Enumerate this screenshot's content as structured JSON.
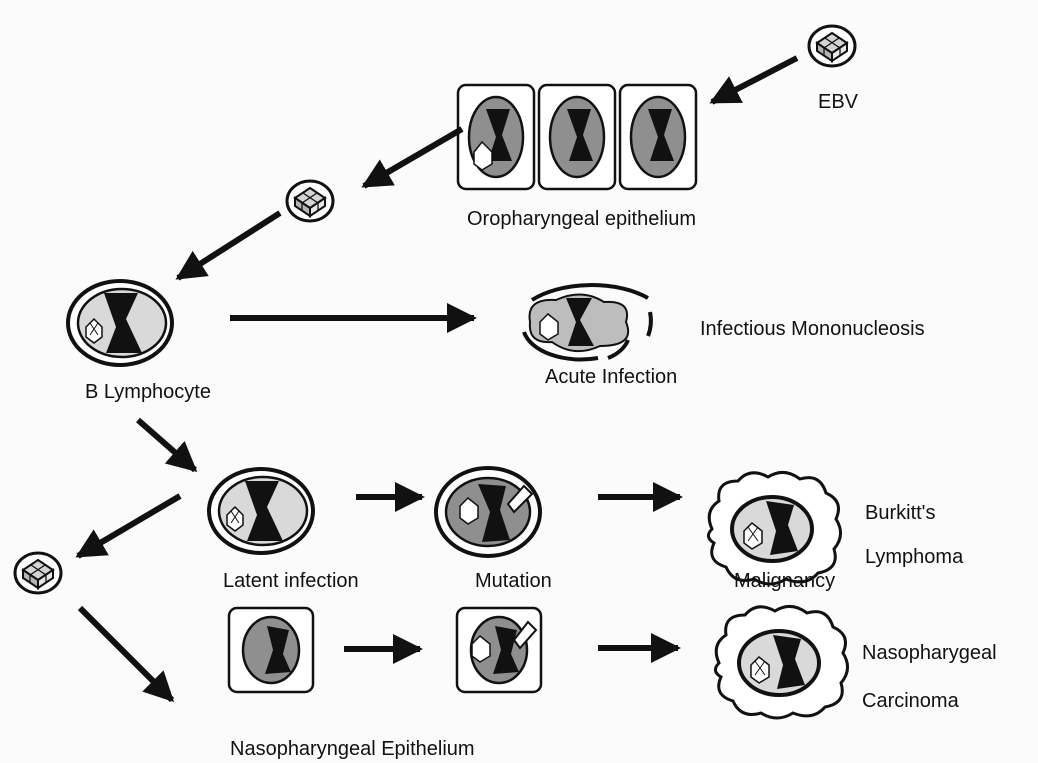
{
  "labels": {
    "ebv": "EBV",
    "oropharyngeal_epithelium": "Oropharyngeal epithelium",
    "b_lymphocyte": "B Lymphocyte",
    "acute_infection": "Acute Infection",
    "infectious_mononucleosis": "Infectious Mononucleosis",
    "latent_infection": "Latent infection",
    "mutation": "Mutation",
    "malignancy": "Malignancy",
    "burkitts_line1": "Burkitt's",
    "burkitts_line2": "Lymphoma",
    "nasopharyngeal_epithelium": "Nasopharyngeal Epithelium",
    "npc_line1": "Nasopharygeal",
    "npc_line2": "Carcinoma"
  },
  "colors": {
    "ink": "#111111",
    "cytoplasm": "#dadada",
    "nucleus": "#8f8f8f",
    "background": "#fbfbfb"
  }
}
